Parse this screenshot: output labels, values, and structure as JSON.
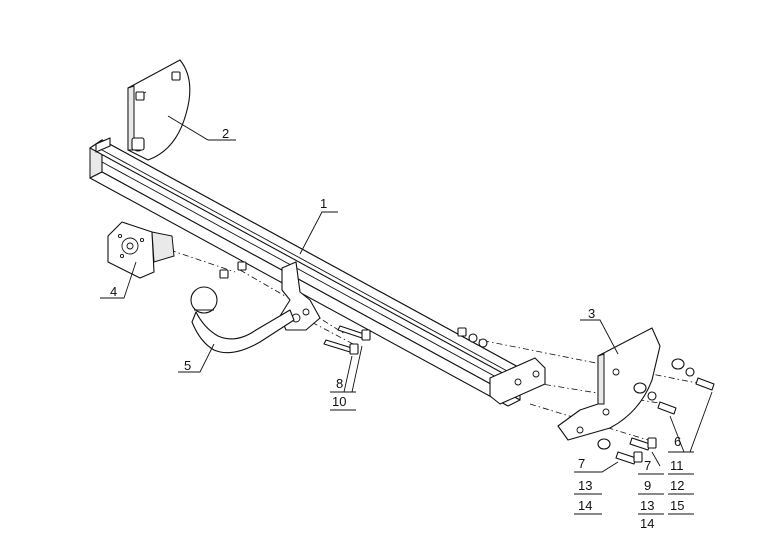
{
  "callouts": {
    "c1": "1",
    "c2": "2",
    "c3": "3",
    "c4": "4",
    "c5": "5",
    "g_center": [
      "8",
      "10"
    ],
    "g_right": [
      "6",
      "11",
      "12",
      "15"
    ],
    "g_bottom_left": [
      "7",
      "13",
      "14"
    ],
    "g_bottom_mid": [
      "7",
      "9",
      "13",
      "14"
    ]
  },
  "colors": {
    "line": "#111111",
    "shade": "#e9e9e9",
    "background": "#ffffff"
  }
}
